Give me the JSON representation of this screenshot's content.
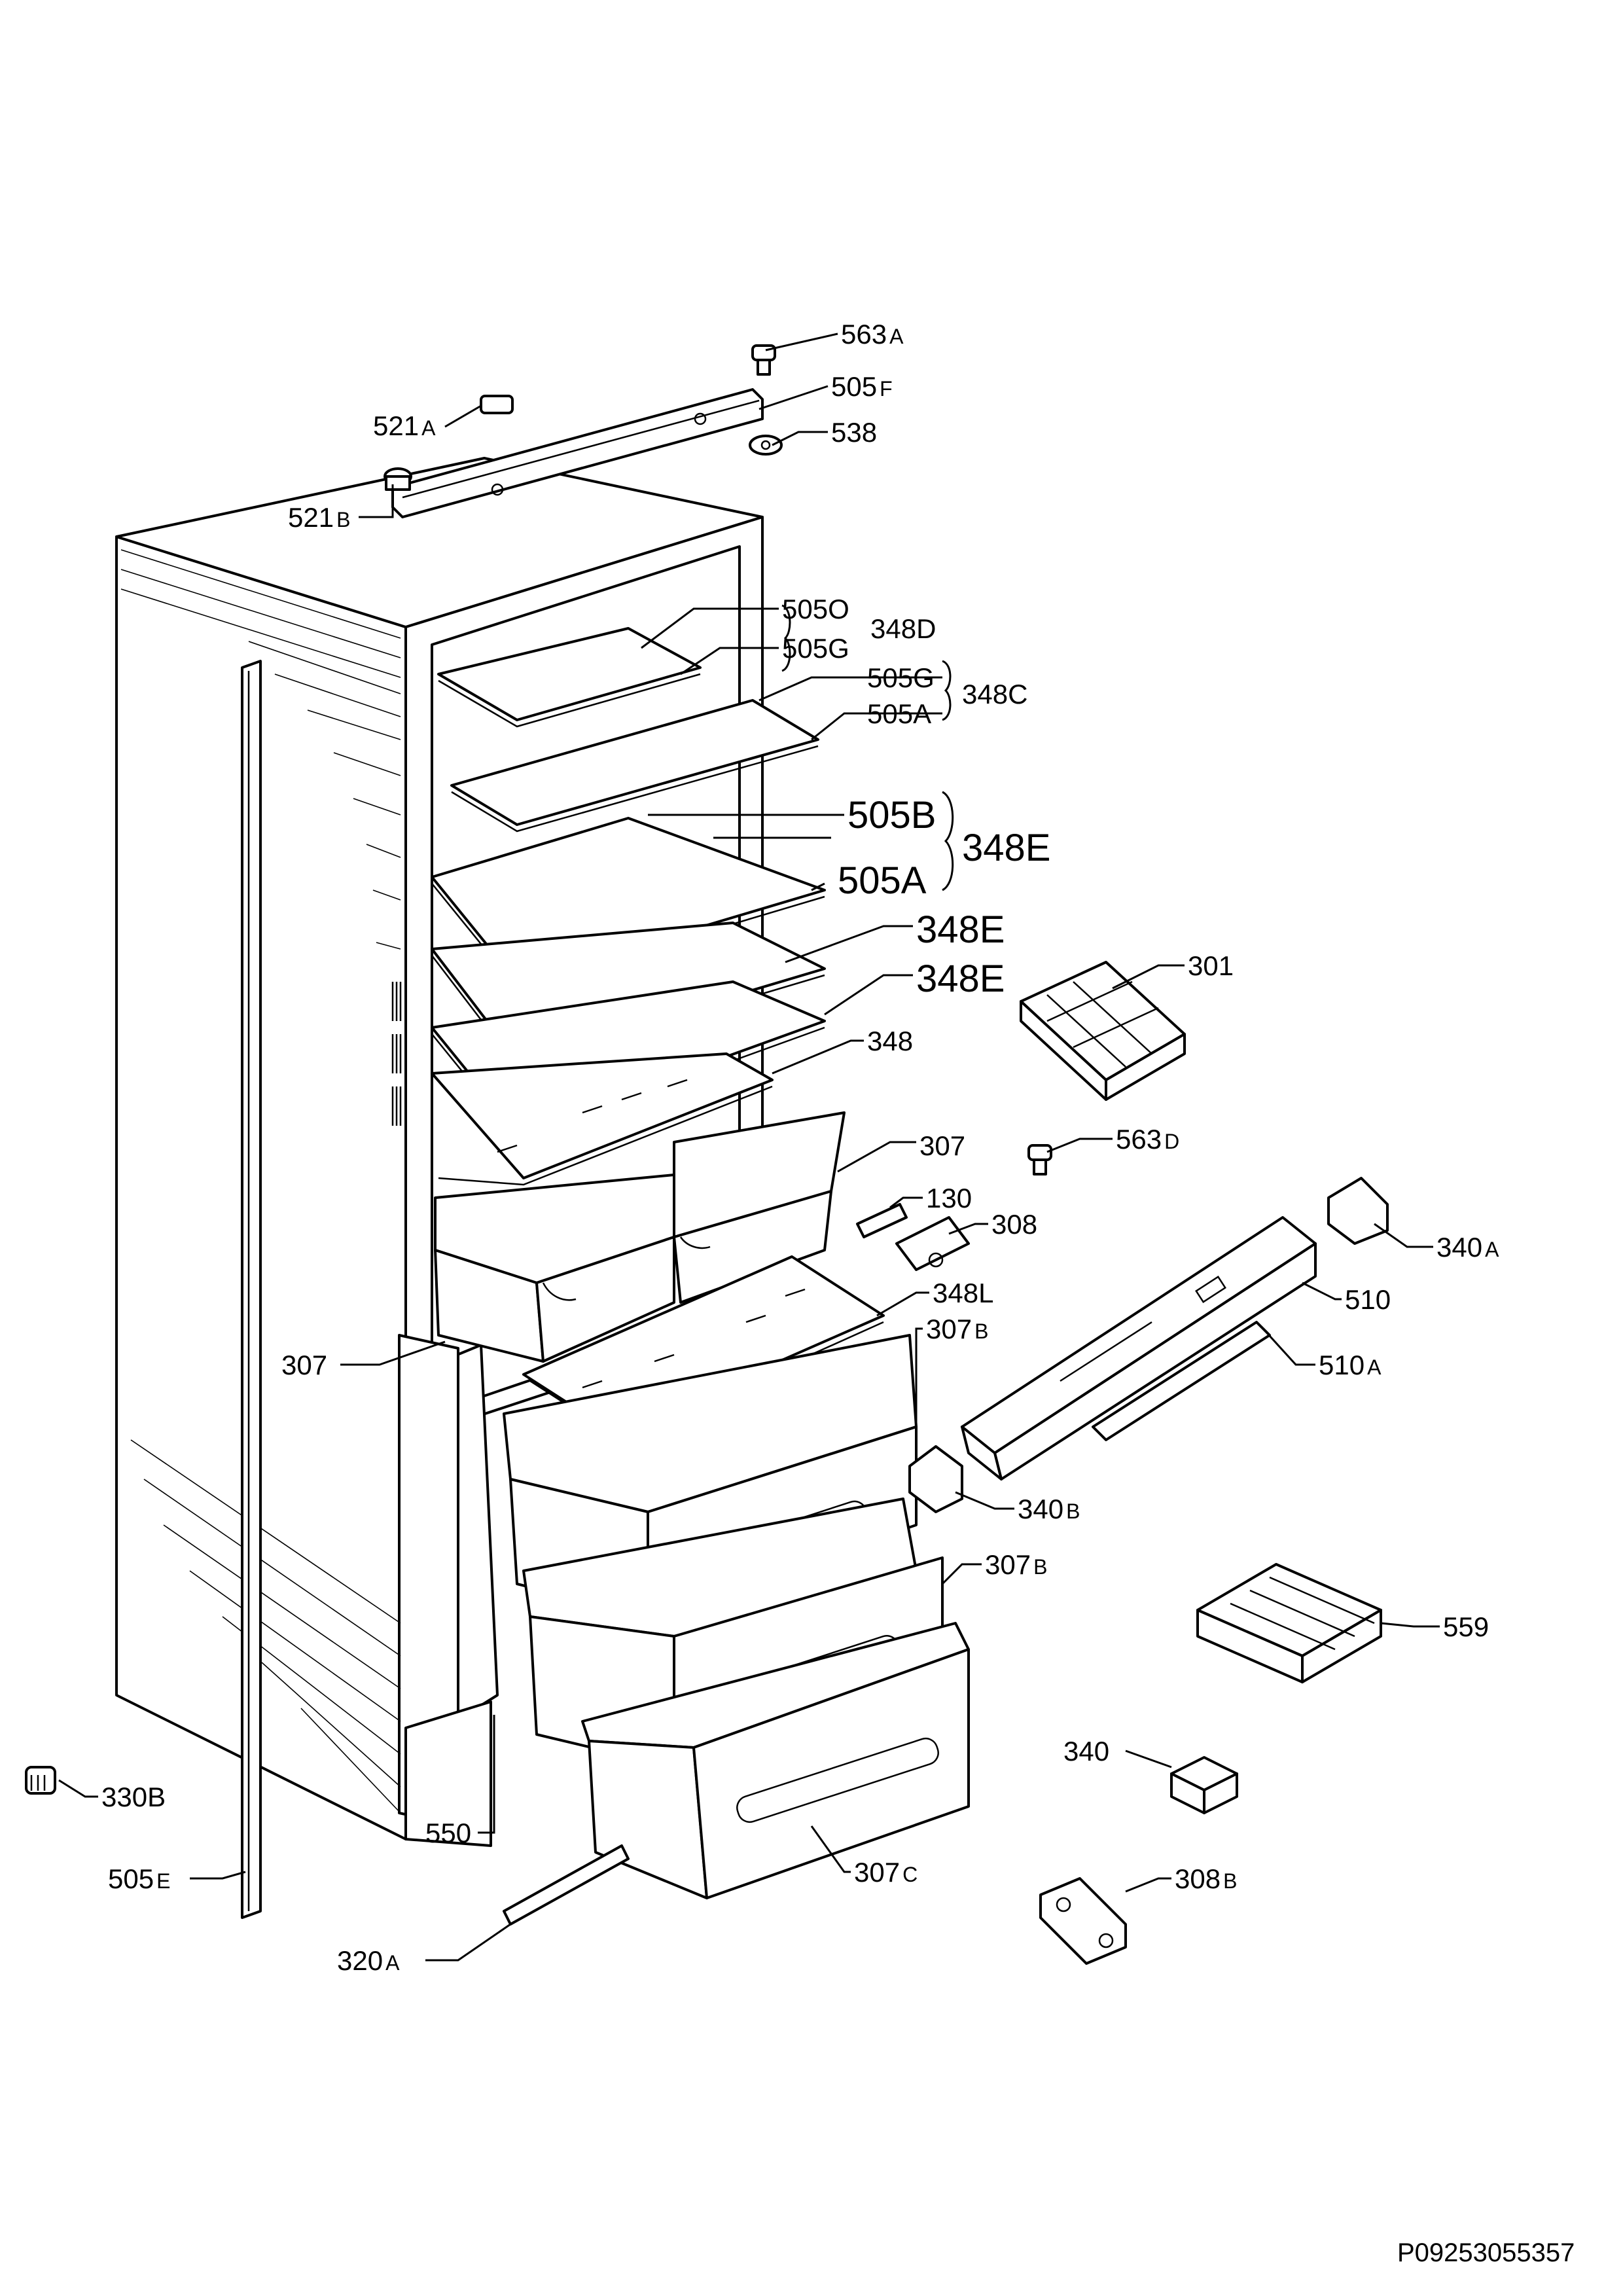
{
  "diagram": {
    "document_id": "P09253055357",
    "parts": [
      {
        "id": "p563a",
        "num": "563",
        "sfx": "A"
      },
      {
        "id": "p505f",
        "num": "505",
        "sfx": "F"
      },
      {
        "id": "p538",
        "num": "538",
        "sfx": ""
      },
      {
        "id": "p521a",
        "num": "521",
        "sfx": "A"
      },
      {
        "id": "p521b",
        "num": "521",
        "sfx": "B"
      },
      {
        "id": "p505o",
        "num": "505O",
        "sfx": ""
      },
      {
        "id": "p505g1",
        "num": "505G",
        "sfx": ""
      },
      {
        "id": "p348d",
        "num": "348D",
        "sfx": ""
      },
      {
        "id": "p505g2",
        "num": "505G",
        "sfx": ""
      },
      {
        "id": "p505a1",
        "num": "505A",
        "sfx": ""
      },
      {
        "id": "p348c",
        "num": "348C",
        "sfx": ""
      },
      {
        "id": "p505b",
        "num": "505B",
        "sfx": ""
      },
      {
        "id": "p505a2",
        "num": "505A",
        "sfx": ""
      },
      {
        "id": "p348e1",
        "num": "348E",
        "sfx": ""
      },
      {
        "id": "p348e2",
        "num": "348E",
        "sfx": ""
      },
      {
        "id": "p348e3",
        "num": "348E",
        "sfx": ""
      },
      {
        "id": "p301",
        "num": "301",
        "sfx": ""
      },
      {
        "id": "p348",
        "num": "348",
        "sfx": ""
      },
      {
        "id": "p307a",
        "num": "307",
        "sfx": ""
      },
      {
        "id": "p563d",
        "num": "563",
        "sfx": "D"
      },
      {
        "id": "p130",
        "num": "130",
        "sfx": ""
      },
      {
        "id": "p308",
        "num": "308",
        "sfx": ""
      },
      {
        "id": "p340a",
        "num": "340",
        "sfx": "A"
      },
      {
        "id": "p348l",
        "num": "348L",
        "sfx": ""
      },
      {
        "id": "p510",
        "num": "510",
        "sfx": ""
      },
      {
        "id": "p307left",
        "num": "307",
        "sfx": ""
      },
      {
        "id": "p307b1",
        "num": "307",
        "sfx": "B"
      },
      {
        "id": "p510a",
        "num": "510",
        "sfx": "A"
      },
      {
        "id": "p340b",
        "num": "340",
        "sfx": "B"
      },
      {
        "id": "p307b2",
        "num": "307",
        "sfx": "B"
      },
      {
        "id": "p559",
        "num": "559",
        "sfx": ""
      },
      {
        "id": "p340",
        "num": "340",
        "sfx": ""
      },
      {
        "id": "p330b",
        "num": "330B",
        "sfx": ""
      },
      {
        "id": "p550",
        "num": "550",
        "sfx": ""
      },
      {
        "id": "p505e",
        "num": "505",
        "sfx": "E"
      },
      {
        "id": "p307c",
        "num": "307",
        "sfx": "C"
      },
      {
        "id": "p308b",
        "num": "308",
        "sfx": "B"
      },
      {
        "id": "p320a",
        "num": "320",
        "sfx": "A"
      }
    ]
  }
}
